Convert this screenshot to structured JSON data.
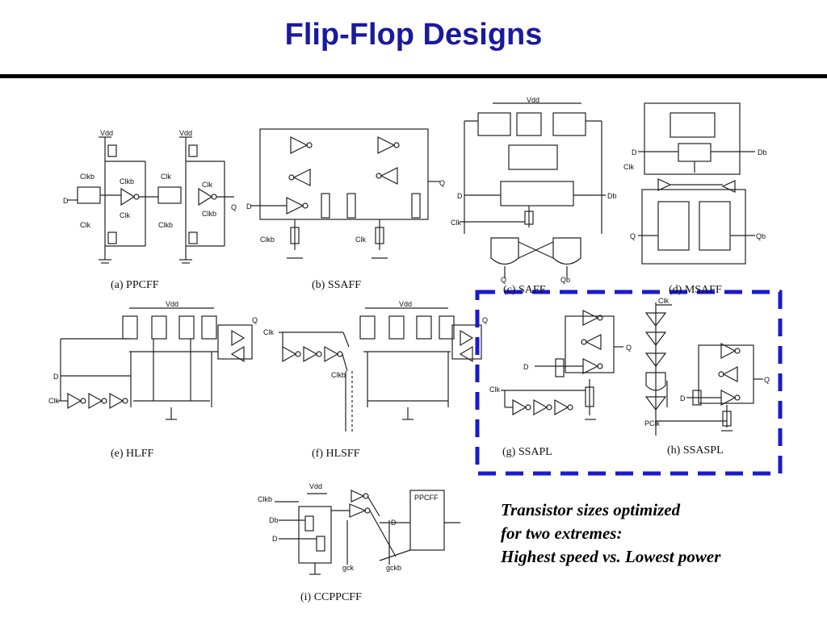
{
  "title": "Flip-Flop Designs",
  "captions": {
    "a": "(a) PPCFF",
    "b": "(b) SSAFF",
    "c": "(c) SAFF",
    "d": "(d) MSAFF",
    "e": "(e) HLFF",
    "f": "(f) HLSFF",
    "g": "(g) SSAPL",
    "h": "(h) SSASPL",
    "i": "(i) CCPPCFF"
  },
  "note": {
    "line1": "Transistor sizes optimized",
    "line2": "for two extremes:",
    "line3": "Highest speed vs. Lowest power"
  },
  "labels": {
    "vdd": "Vdd",
    "d": "D",
    "q": "Q",
    "db": "Db",
    "qb": "Qb",
    "clk": "Clk",
    "clkb": "Clkb",
    "clk_alt": "Clk",
    "pclk": "PClk",
    "ppcff": "PPCFF",
    "gck": "gck",
    "gckb": "gckb"
  },
  "colors": {
    "title": "#1a1a9e",
    "highlight_box": "#1a1acc",
    "line": "#222222"
  }
}
